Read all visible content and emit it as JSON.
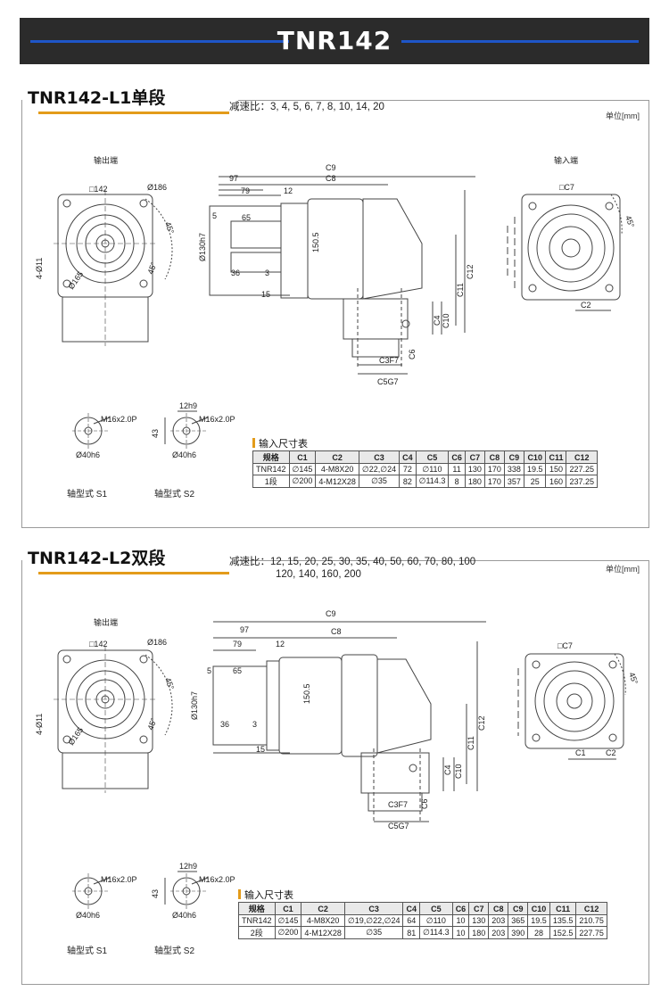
{
  "header": {
    "title": "TNR142"
  },
  "sections": [
    {
      "tab": "TNR142-L1单段",
      "ratio_line1": "减速比：3, 4, 5, 6, 7, 8, 10, 14, 20",
      "ratio_line2": "",
      "unit": "单位[mm]",
      "out_label": "输出端",
      "in_label": "输入端",
      "table_title": "输入尺寸表",
      "headers": [
        "规格",
        "C1",
        "C2",
        "C3",
        "C4",
        "C5",
        "C6",
        "C7",
        "C8",
        "C9",
        "C10",
        "C11",
        "C12"
      ],
      "row_head": [
        "TNR142",
        "1段"
      ],
      "rows": [
        [
          "∅145",
          "4-M8X20",
          "∅22,∅24",
          "72",
          "∅110",
          "11",
          "130",
          "170",
          "338",
          "19.5",
          "150",
          "227.25"
        ],
        [
          "∅200",
          "4-M12X28",
          "∅35",
          "82",
          "∅114.3",
          "8",
          "180",
          "170",
          "357",
          "25",
          "160",
          "237.25"
        ]
      ],
      "shaft_s1": "轴型式 S1",
      "shaft_s2": "轴型式 S2"
    },
    {
      "tab": "TNR142-L2双段",
      "ratio_line1": "减速比：12, 15, 20, 25, 30, 35, 40, 50, 60, 70, 80, 100",
      "ratio_line2": "120, 140, 160, 200",
      "unit": "单位[mm]",
      "out_label": "输出端",
      "in_label": "",
      "table_title": "输入尺寸表",
      "headers": [
        "规格",
        "C1",
        "C2",
        "C3",
        "C4",
        "C5",
        "C6",
        "C7",
        "C8",
        "C9",
        "C10",
        "C11",
        "C12"
      ],
      "row_head": [
        "TNR142",
        "2段"
      ],
      "rows": [
        [
          "∅145",
          "4-M8X20",
          "∅19,∅22,∅24",
          "64",
          "∅110",
          "10",
          "130",
          "203",
          "365",
          "19.5",
          "135.5",
          "210.75"
        ],
        [
          "∅200",
          "4-M12X28",
          "∅35",
          "81",
          "∅114.3",
          "10",
          "180",
          "203",
          "390",
          "28",
          "152.5",
          "227.75"
        ]
      ],
      "shaft_s1": "轴型式 S1",
      "shaft_s2": "轴型式 S2"
    }
  ],
  "drawing_labels": {
    "sq142": "□142",
    "d186": "Ø186",
    "d11": "4-Ø11",
    "d165": "Ø165",
    "a45": "45°",
    "c9": "C9",
    "c8": "C8",
    "n97": "97",
    "n79": "79",
    "n12": "12",
    "n5": "5",
    "n65": "65",
    "d130": "Ø130h7",
    "n150": "150.5",
    "n36": "36",
    "n3": "3",
    "n15": "15",
    "c12": "C12",
    "c11": "C11",
    "c10": "C10",
    "c4": "C4",
    "c6": "C6",
    "c3": "C3F7",
    "c5": "C5G7",
    "c7": "□C7",
    "c2": "C2",
    "c1": "C1",
    "m16": "M16x2.0P",
    "d40": "Ø40h6",
    "n12h9": "12h9",
    "n43": "43"
  },
  "colors": {
    "header_bg": "#2b2b2b",
    "accent_blue": "#1e56c8",
    "accent_orange": "#e39b1a"
  }
}
